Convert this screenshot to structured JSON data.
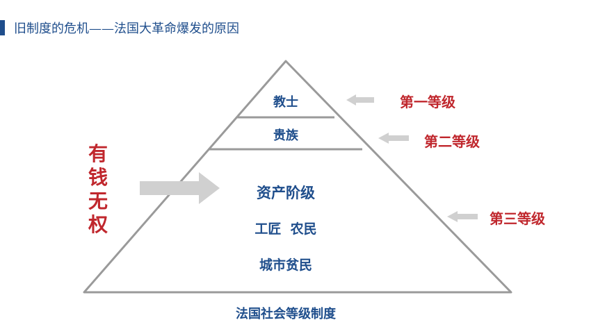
{
  "header": {
    "title": "旧制度的危机——法国大革命爆发的原因",
    "accent_color": "#1f4e8c"
  },
  "pyramid": {
    "tiers": [
      {
        "labels": [
          "教士"
        ]
      },
      {
        "labels": [
          "贵族"
        ]
      },
      {
        "labels": [
          "资产阶级",
          "工匠  农民",
          "城市贫民"
        ]
      }
    ]
  },
  "ranks": [
    "第一等级",
    "第二等级",
    "第三等级"
  ],
  "side_text": "有钱无权",
  "caption": "法国社会等级制度",
  "colors": {
    "label_blue": "#1f4e8c",
    "rank_red": "#c0272d",
    "arrow_gray": "#d0d0d0",
    "outline_gray": "#9a9a9a"
  }
}
